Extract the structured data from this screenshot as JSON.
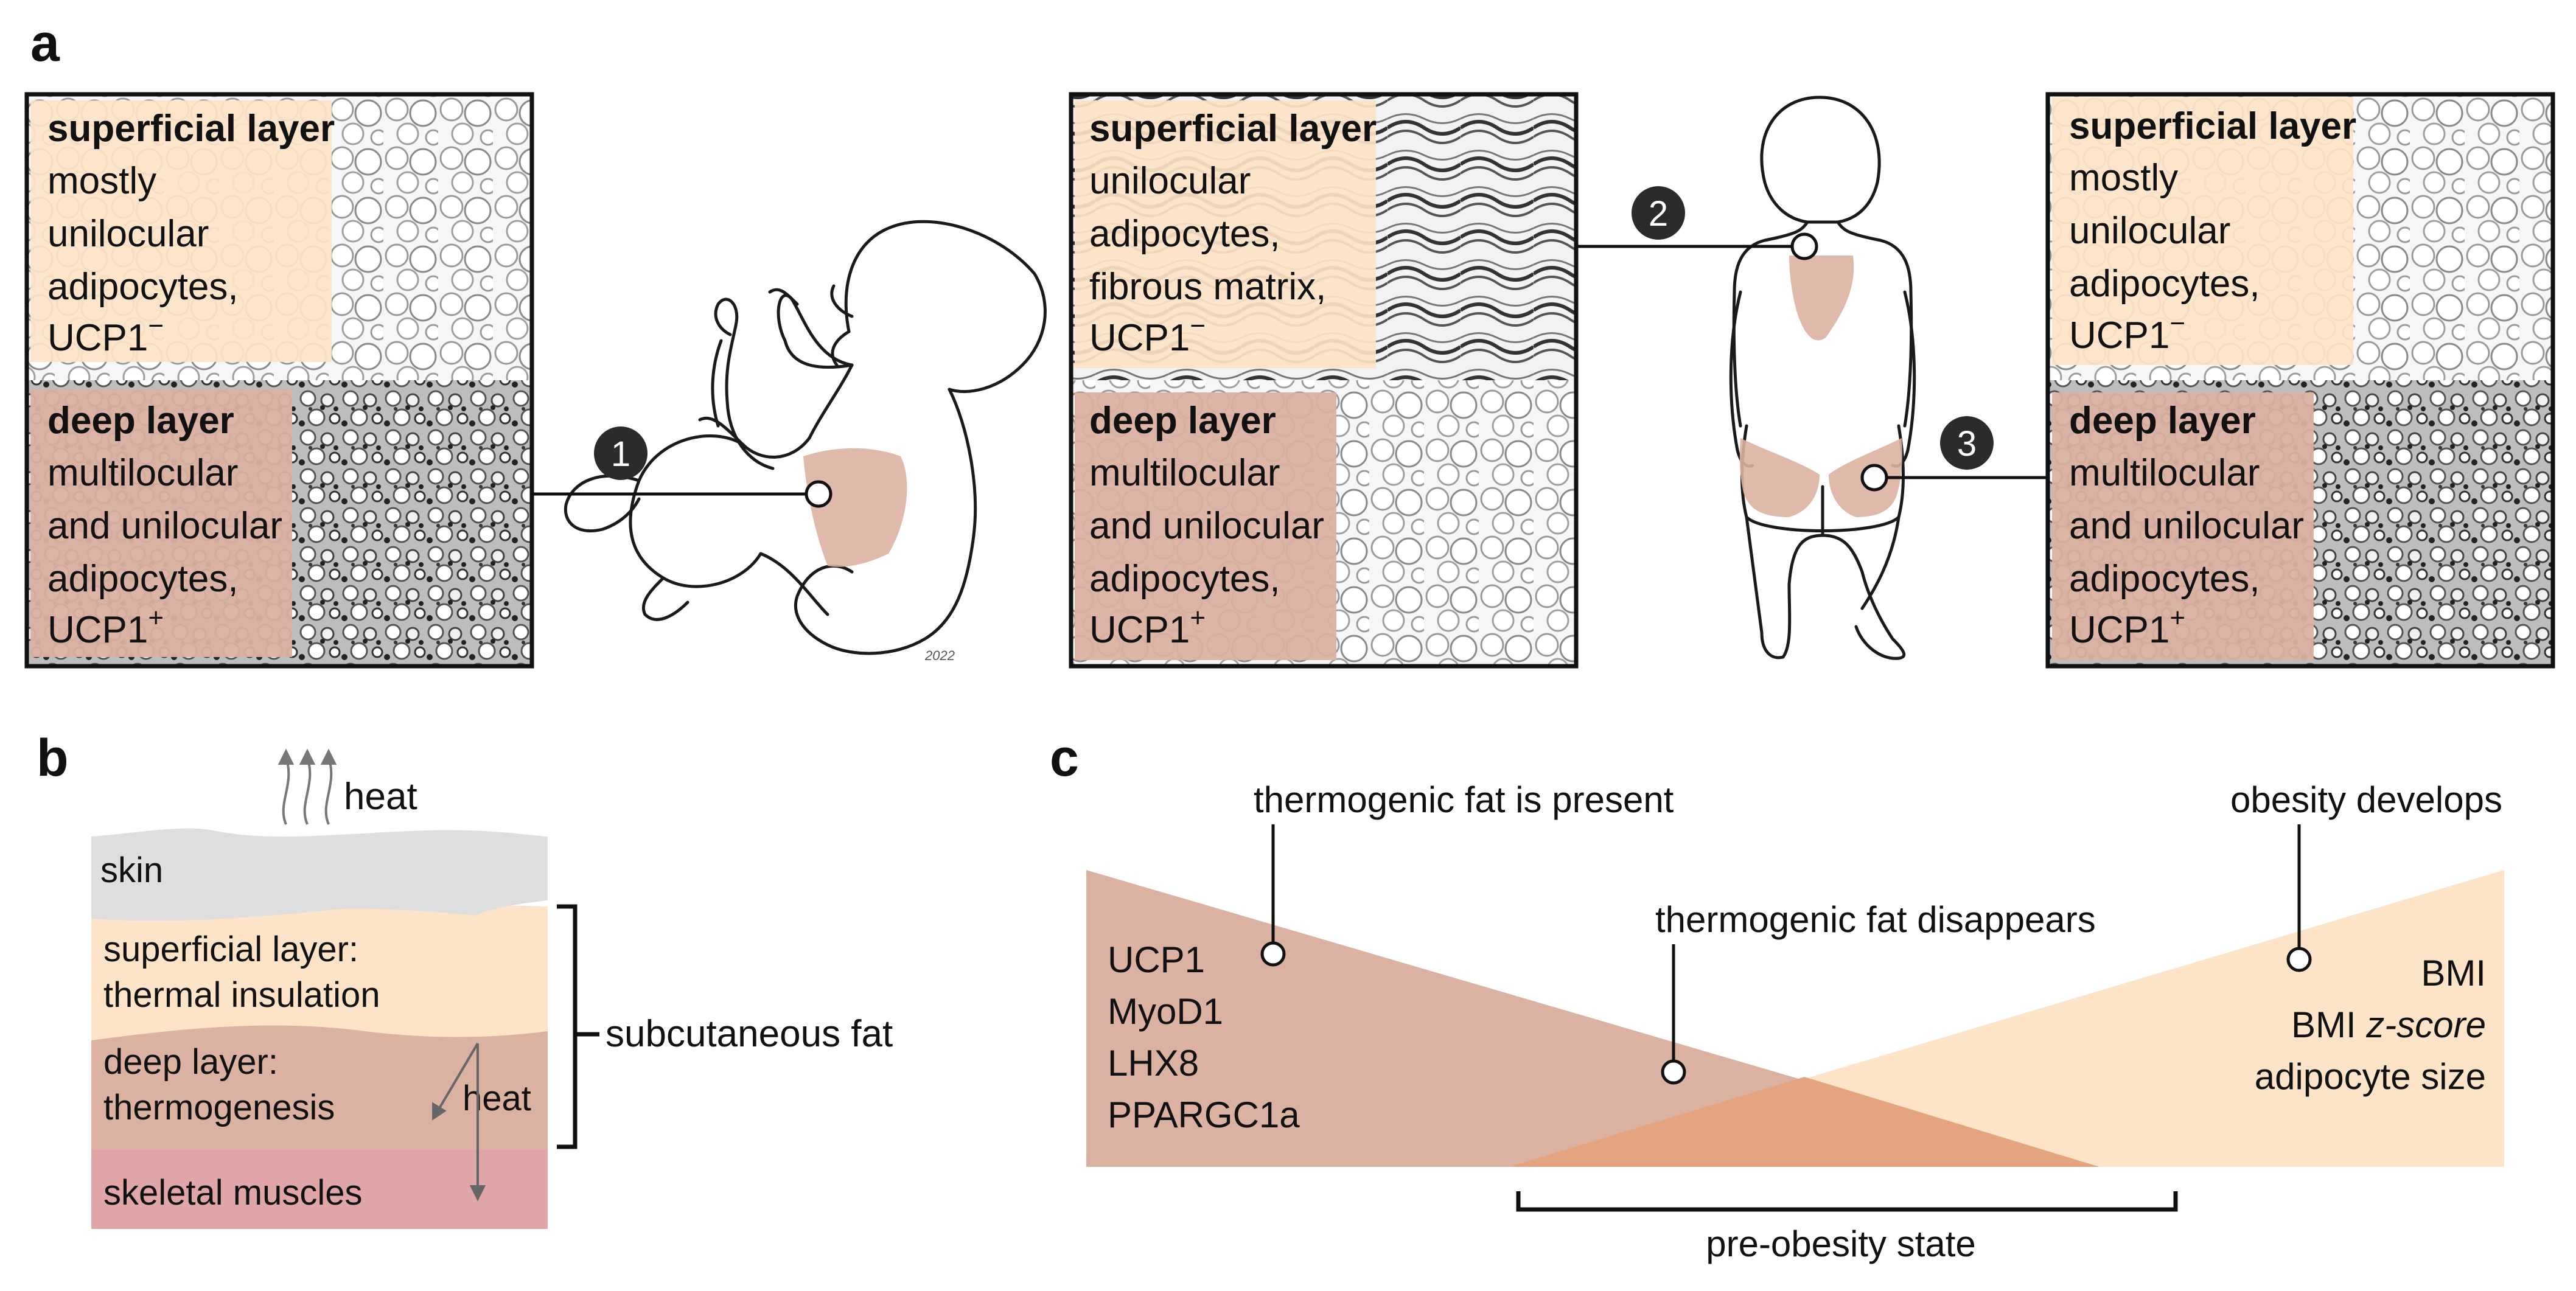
{
  "panel_a": {
    "letter": "a",
    "box1": {
      "superficial": {
        "title": "superficial layer",
        "lines": [
          "mostly",
          "unilocular",
          "adipocytes,"
        ],
        "marker": "UCP1",
        "marker_sign": "−"
      },
      "deep": {
        "title": "deep layer",
        "lines": [
          "multilocular",
          "and unilocular",
          "adipocytes,"
        ],
        "marker": "UCP1",
        "marker_sign": "+"
      }
    },
    "box2": {
      "superficial": {
        "title": "superficial layer",
        "lines": [
          "unilocular",
          "adipocytes,",
          "fibrous matrix,"
        ],
        "marker": "UCP1",
        "marker_sign": "−"
      },
      "deep": {
        "title": "deep layer",
        "lines": [
          "multilocular",
          "and unilocular",
          "adipocytes,"
        ],
        "marker": "UCP1",
        "marker_sign": "+"
      }
    },
    "box3": {
      "superficial": {
        "title": "superficial layer",
        "lines": [
          "mostly",
          "unilocular",
          "adipocytes,"
        ],
        "marker": "UCP1",
        "marker_sign": "−"
      },
      "deep": {
        "title": "deep layer",
        "lines": [
          "multilocular",
          "and unilocular",
          "adipocytes,"
        ],
        "marker": "UCP1",
        "marker_sign": "+"
      }
    },
    "callouts": [
      "1",
      "2",
      "3"
    ],
    "signature": "2022"
  },
  "panel_b": {
    "letter": "b",
    "heat_top": "heat",
    "skin": "skin",
    "superficial": [
      "superficial layer:",
      "thermal insulation"
    ],
    "deep": [
      "deep layer:",
      "thermogenesis"
    ],
    "heat_inner": "heat",
    "muscle": "skeletal muscles",
    "bracket_label": "subcutaneous fat"
  },
  "panel_c": {
    "letter": "c",
    "label_present": "thermogenic fat is present",
    "label_disappears": "thermogenic fat disappears",
    "label_obesity": "obesity develops",
    "left_markers": [
      "UCP1",
      "MyoD1",
      "LHX8",
      "PPARGC1a"
    ],
    "right_markers": [
      "BMI",
      "BMI ",
      "z-score",
      "adipocyte size"
    ],
    "bracket_label": "pre-obesity state"
  },
  "colors": {
    "superficial": "#fde3c8",
    "deep": "#dbb1a1",
    "muscle": "#e0a5a6",
    "skin": "#dedede",
    "overlap": "#e4a47f",
    "callout": "#2b2b2b"
  }
}
